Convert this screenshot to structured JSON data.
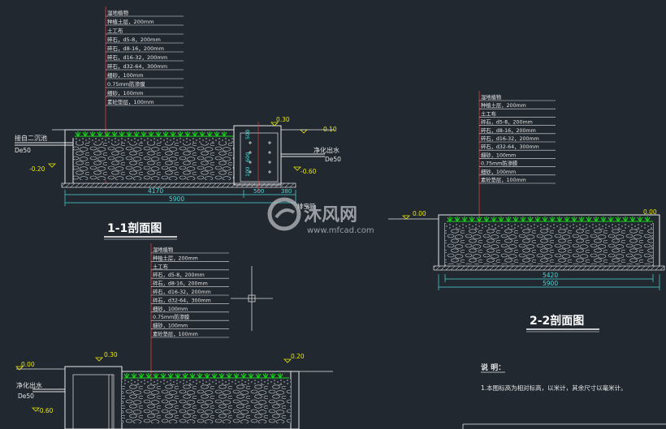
{
  "colors": {
    "background": "#212830",
    "line": "#e6e6e6",
    "plant": "#19d019",
    "level": "#e8e800",
    "dimension": "#48d8d8",
    "leader": "#e23a3a",
    "crosshair": "#d8d8d8"
  },
  "layer_labels": [
    "湿地植物",
    "种植土层，200mm",
    "土工布",
    "碎石，d5-8，200mm",
    "碎石，d8-16，200mm",
    "碎石，d16-32，200mm",
    "碎石，d32-64，300mm",
    "细砂，100mm",
    "0.75mm防渗膜",
    "细砂，100mm",
    "素砼垫层，100mm"
  ],
  "section_1_1": {
    "title": "1-1剖面图",
    "inlet_label": "接自二沉池",
    "inlet_pipe": "De50",
    "inlet_level": "-0.20",
    "outlet_label": "净化出水",
    "outlet_pipe": "De50",
    "outlet_level": "-0.60",
    "top_level": "0.30",
    "ground_level": "0.10",
    "dims": [
      "4170",
      "5900",
      "500",
      "380"
    ],
    "outlet_well_dims": [
      "500",
      "600",
      "100"
    ],
    "drain_label": "排空管"
  },
  "section_2_2": {
    "title": "2-2剖面图",
    "left_level": "0.00",
    "right_level": "0.00",
    "dims": [
      "5420",
      "5900"
    ]
  },
  "section_3": {
    "left_level": "0.00",
    "well_level": "0.30",
    "right_level": "0.20",
    "outlet_label": "净化出水",
    "outlet_pipe": "De50",
    "outlet_level": "-0.60"
  },
  "notes": {
    "heading": "说 明：",
    "items": [
      "1.本图标高为相对标高，以米计，其余尺寸以毫米计。"
    ]
  },
  "watermark": {
    "brand": "沐风网",
    "url": "www.mfcad.com"
  }
}
